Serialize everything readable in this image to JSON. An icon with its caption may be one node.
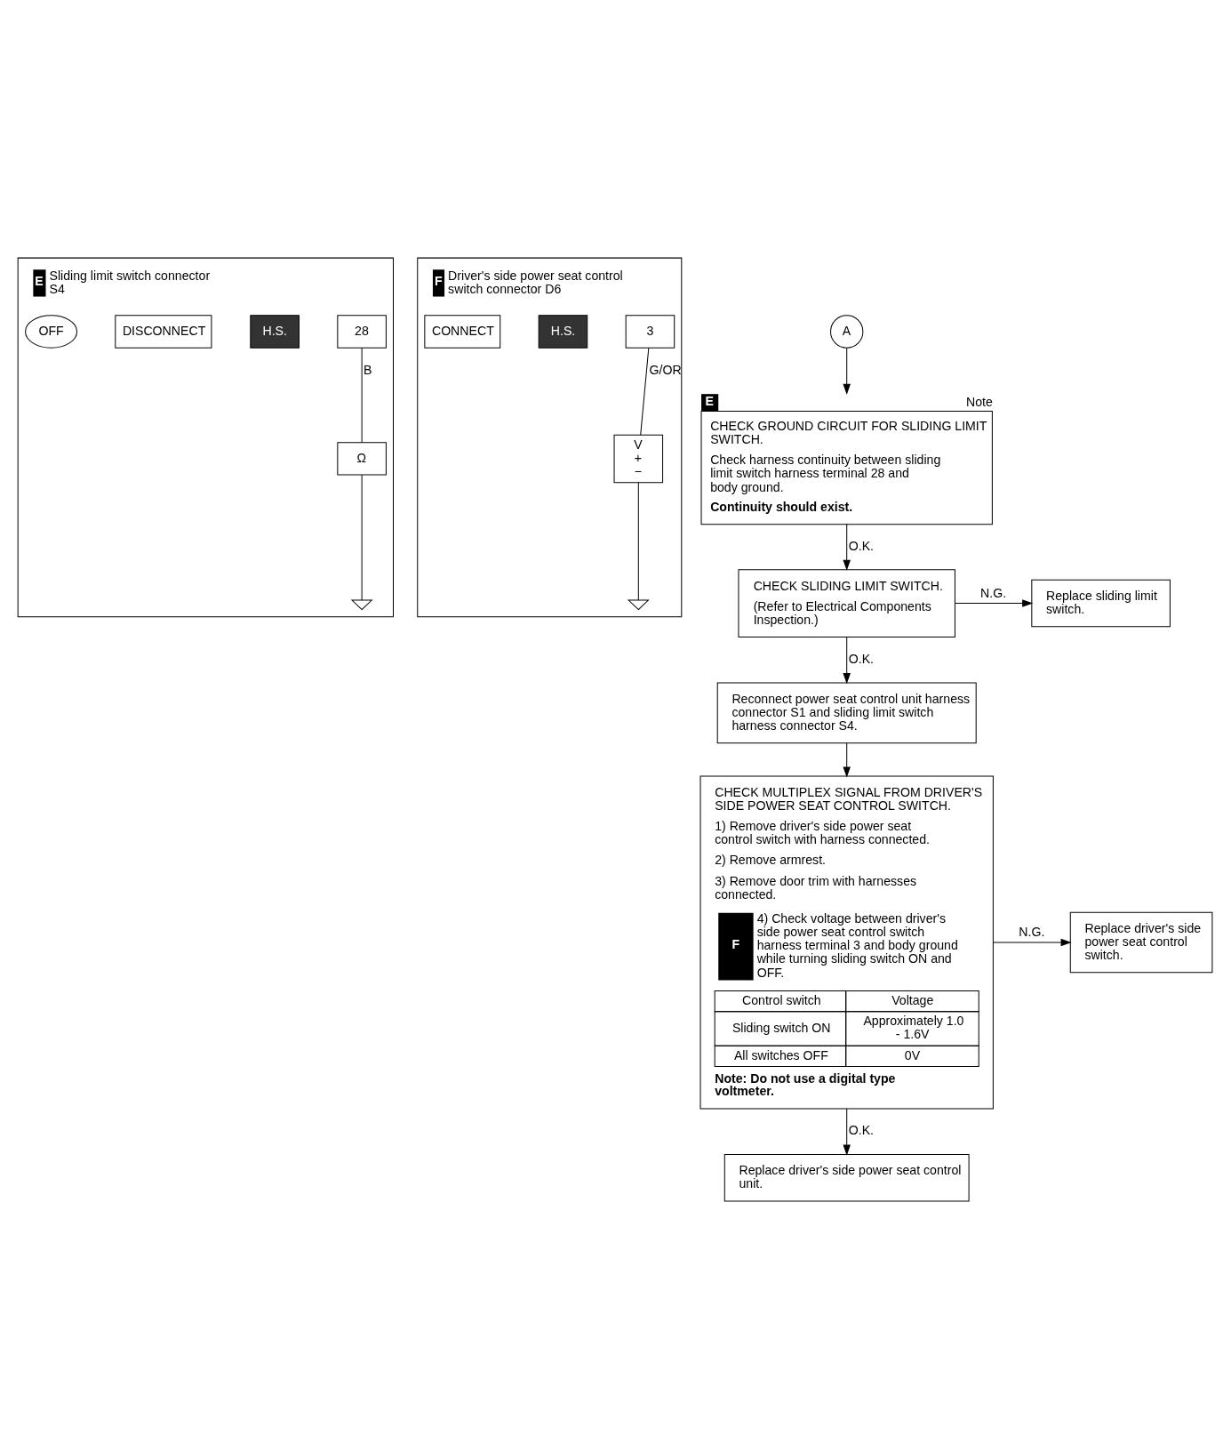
{
  "diagram": {
    "nodes": [
      {
        "text": [
          "E",
          "Sliding limit switch connector S4"
        ]
      },
      {
        "text": [
          "28"
        ],
        "in": 0
      },
      {
        "text": [
          "H.S."
        ],
        "in": 0
      },
      {
        "text": [
          "DISCONNECT"
        ],
        "in": 0
      },
      {
        "text": [
          "Ω"
        ],
        "in": 0
      },
      {
        "text": [
          "OFF"
        ],
        "in": 0
      },
      {
        "text": [],
        "shape": "ground",
        "in": 0
      },
      {
        "text": [
          "F",
          "Driver's side power seat control switch connector D6"
        ]
      },
      {
        "text": [
          "3"
        ],
        "in": 7
      },
      {
        "text": [
          "H.S."
        ],
        "in": 7
      },
      {
        "text": [
          "CONNECT"
        ],
        "in": 7
      },
      {
        "text": [
          "V",
          "+",
          "−"
        ],
        "in": 7
      },
      {
        "text": [],
        "shape": "ground",
        "in": 7
      },
      {
        "text": [
          "A"
        ]
      },
      {
        "text": [
          "CHECK GROUND CIRCUIT FOR SLIDING LIMIT SWITCH.",
          "Check harness continuity between sliding limit switch harness terminal 28 and body ground.",
          "Continuity should exist."
        ],
        "beside": [
          "E",
          "Note"
        ]
      },
      {
        "text": [
          "CHECK SLIDING LIMIT SWITCH.",
          "(Refer to Electrical Components Inspection.)"
        ]
      },
      {
        "text": [
          "Replace sliding limit switch."
        ]
      },
      {
        "text": [
          "Reconnect power seat control unit harness connector S1 and sliding limit switch harness connector S4."
        ]
      },
      {
        "text": [
          "CHECK MULTIPLEX SIGNAL FROM DRIVER'S SIDE POWER SEAT CONTROL SWITCH.",
          "1) Remove driver's side power seat control switch with harness connected.",
          "2) Remove armrest.",
          "3) Remove door trim with harnesses connected.",
          "F",
          "4) Check voltage between driver's side power seat control switch harness terminal 3 and body ground while turning sliding switch ON and OFF.",
          "Control switch",
          "Voltage",
          "Sliding switch ON",
          "Approximately 1.0 - 1.6V",
          "All switches OFF",
          "0V",
          "Note: Do not use a digital type voltmeter."
        ]
      },
      {
        "text": [
          "Replace driver's side power seat control switch."
        ]
      },
      {
        "text": [
          "Replace driver's side power seat control unit."
        ]
      }
    ],
    "edges": [
      {
        "from": 1,
        "to": 4,
        "arrow": "none",
        "label": "B"
      },
      {
        "from": 4,
        "to": 6,
        "arrow": "none"
      },
      {
        "from": 8,
        "to": 11,
        "arrow": "none",
        "label": "G/OR"
      },
      {
        "from": 11,
        "to": 12,
        "arrow": "none"
      },
      {
        "from": 13,
        "to": 14,
        "arrow": "to"
      },
      {
        "from": 14,
        "to": 15,
        "arrow": "to",
        "label": "O.K."
      },
      {
        "from": 15,
        "to": 16,
        "arrow": "to",
        "label": "N.G."
      },
      {
        "from": 15,
        "to": 17,
        "arrow": "to",
        "label": "O.K."
      },
      {
        "from": 17,
        "to": 18,
        "arrow": "to"
      },
      {
        "from": 18,
        "to": 19,
        "arrow": "to",
        "label": "N.G."
      },
      {
        "from": 18,
        "to": 20,
        "arrow": "to",
        "label": "O.K."
      }
    ]
  }
}
